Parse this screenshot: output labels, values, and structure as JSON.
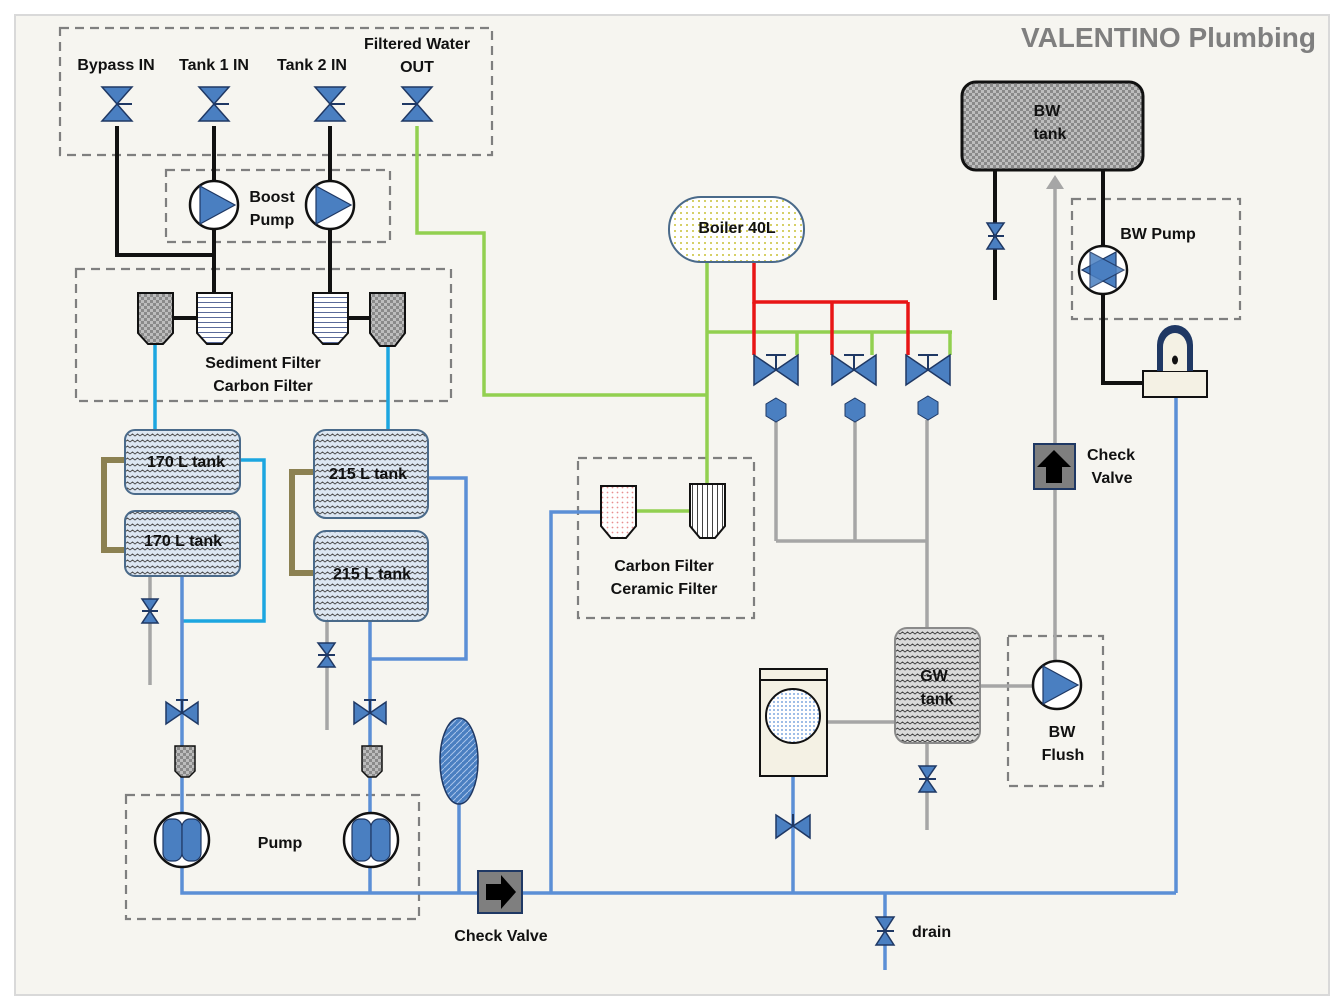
{
  "title": "VALENTINO Plumbing",
  "labels": {
    "bypass_in": "Bypass IN",
    "tank1_in": "Tank 1 IN",
    "tank2_in": "Tank 2 IN",
    "filtered_water_line1": "Filtered Water",
    "filtered_water_line2": "OUT",
    "boost_pump_line1": "Boost",
    "boost_pump_line2": "Pump",
    "sediment_filter": "Sediment Filter",
    "carbon_filter": "Carbon Filter",
    "tank_170_a": "170 L tank",
    "tank_170_b": "170 L tank",
    "tank_215_a": "215 L tank",
    "tank_215_b": "215 L tank",
    "pump": "Pump",
    "check_valve_bottom": "Check Valve",
    "boiler": "Boiler 40L",
    "carbon_filter_2": "Carbon Filter",
    "ceramic_filter": "Ceramic Filter",
    "bw_tank_line1": "BW",
    "bw_tank_line2": "tank",
    "bw_pump": "BW Pump",
    "check_valve_right_line1": "Check",
    "check_valve_right_line2": "Valve",
    "gw_tank_line1": "GW",
    "gw_tank_line2": "tank",
    "bw_flush_line1": "BW",
    "bw_flush_line2": "Flush",
    "drain": "drain"
  },
  "colors": {
    "potable_pipe": "#5b8fd6",
    "tank_link_pipe": "#1ca6e0",
    "filtered_pipe": "#92d050",
    "hot_pipe": "#e81515",
    "grey_pipe": "#a6a6a6",
    "inlet_pipe": "#111111",
    "overflow_pipe": "#8c8152",
    "component_blue": "#4a7fc1"
  },
  "icons": [
    "valve-icon",
    "pump-icon",
    "filter-icon",
    "tank-icon",
    "check-valve-icon",
    "boiler-icon",
    "faucet-icon",
    "washing-machine-icon",
    "toilet-icon"
  ]
}
